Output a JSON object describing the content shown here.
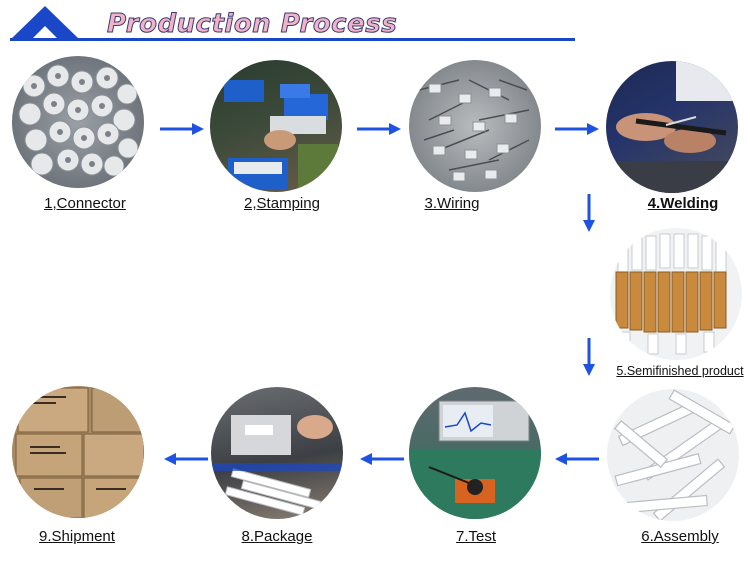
{
  "header": {
    "title": "Production Process"
  },
  "steps": [
    {
      "label": "1,Connector"
    },
    {
      "label": "2,Stamping"
    },
    {
      "label": "3.Wiring"
    },
    {
      "label": "4.Welding"
    },
    {
      "label": "5.Semifinished product"
    },
    {
      "label": "6.Assembly"
    },
    {
      "label": "7.Test"
    },
    {
      "label": "8.Package"
    },
    {
      "label": "9.Shipment"
    }
  ],
  "colors": {
    "accent": "#1a47c8",
    "arrow": "#1f52e0"
  }
}
